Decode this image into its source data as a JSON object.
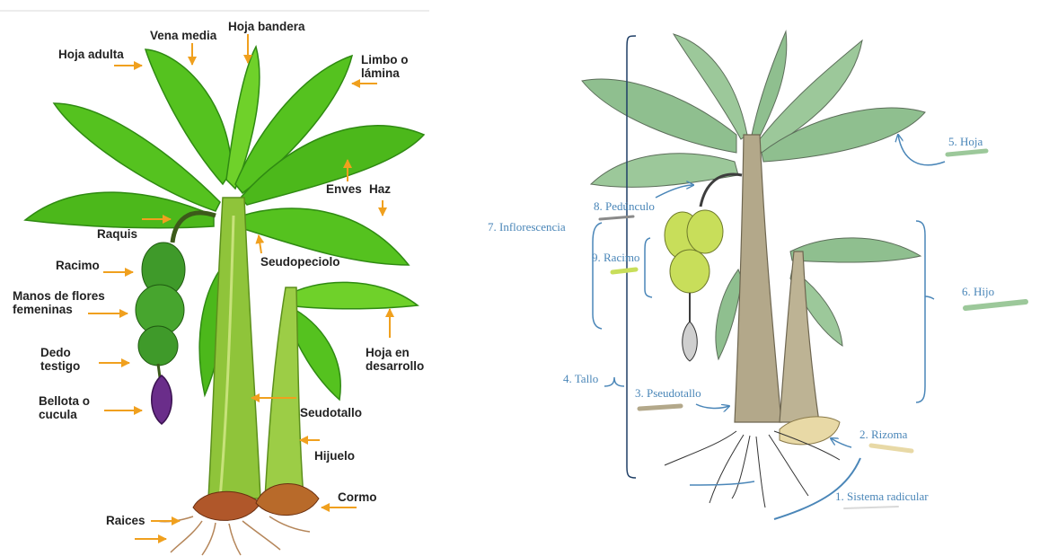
{
  "left_diagram": {
    "labels": {
      "vena_media": "Vena media",
      "hoja_bandera": "Hoja bandera",
      "hoja_adulta": "Hoja adulta",
      "limbo_o_lamina": "Limbo o\nlámina",
      "enves": "Enves",
      "haz": "Haz",
      "raquis": "Raquis",
      "seudopeciolo": "Seudopeciolo",
      "racimo": "Racimo",
      "manos_de_flores": "Manos de flores\nfemeninas",
      "dedo_testigo": "Dedo\ntestigo",
      "hoja_en_desarrollo": "Hoja en\ndesarrollo",
      "bellota_o_cucula": "Bellota o\ncucula",
      "seudotallo": "Seudotallo",
      "hijuelo": "Hijuelo",
      "cormo": "Cormo",
      "raices": "Raices"
    },
    "colors": {
      "arrow": "#f0a01e",
      "leaf": "#55c21f",
      "leaf_dark": "#2f8a12",
      "stem": "#8fc43a",
      "bud": "#6a2d8a",
      "corm": "#b0572a"
    }
  },
  "right_diagram": {
    "labels": {
      "hoja": "5. Hoja",
      "pedunculo": "8. Pedúnculo",
      "inflorescencia": "7. Inflorescencia",
      "racimo": "9. Racimo",
      "hijo": "6. Hijo",
      "tallo": "4. Tallo",
      "pseudotallo": "3. Pseudotallo",
      "rizoma": "2. Rizoma",
      "sistema_radicular": "1. Sistema radicular"
    },
    "colors": {
      "label": "#4a86b8",
      "leaf": "#8fbf8f",
      "stem": "#b3a88a",
      "fruit": "#c8de5a",
      "bracket_dark": "#1f3f66"
    }
  }
}
